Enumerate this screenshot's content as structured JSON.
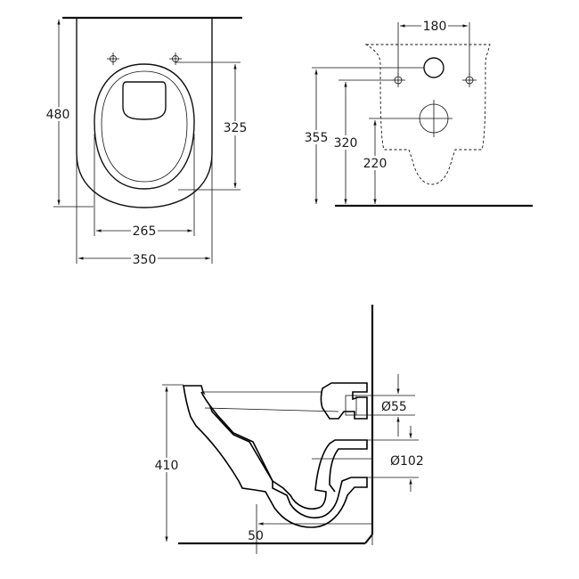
{
  "views": {
    "top": {
      "dims": {
        "overall_depth": "480",
        "seat_depth": "325",
        "seat_width": "265",
        "overall_width": "350"
      }
    },
    "rear": {
      "dims": {
        "bolt_spacing": "180",
        "upper_height": "355",
        "bolt_height": "320",
        "outlet_height": "220"
      }
    },
    "side": {
      "dims": {
        "total_height": "410",
        "outlet_offset": "50",
        "inlet_diameter": "Ø55",
        "outlet_diameter": "Ø102"
      }
    }
  },
  "colors": {
    "line": "#111111",
    "background": "#ffffff"
  }
}
